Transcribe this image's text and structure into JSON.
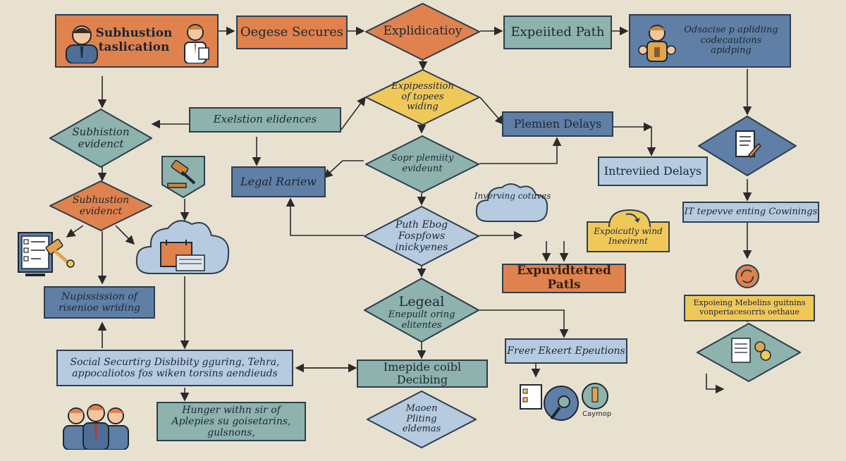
{
  "nodes": {
    "n1": "Subhustion taslication",
    "n2": "Oegese Secures",
    "n3": "Explidicatioy",
    "n4": "Expeiited Path",
    "n5": "Odsacise p aplidiing codecautions apidping",
    "n6": "Expipessition of topees widing",
    "n7": "Subhistion evidenct",
    "n8": "Exelstion elidences",
    "n9": "Plemien Delays",
    "n10": "Sopr plemiity evideunt",
    "n11": "Intreviied Delays",
    "n12": "Legal Rariew",
    "n13": "Subhustion evidenct",
    "n14": "Inverving cotuves",
    "n15": "IT tepevve enting Cowinings",
    "n16": "Puth Ebog Fospfows inickyenes",
    "n17": "Expoicutly wind Ineeirent",
    "n18": "Nupissission of risenioe wriding",
    "n19": "Expuvidtetred Patls",
    "n20": "Legeal",
    "n21": "Enepuilt oring elitentes",
    "n22": "Expoieing Mebelins guitnins vonperiacesorris oethaue",
    "n23": "Freer Ekeert Epeutions",
    "n24": "Social Securtirg Disbibity gguring, Tehra, appocaliotos fos wiken torsins aendieuds",
    "n25": "Imepide coibl Decibing",
    "n26": "Hunger withn sir of Aplepies su goisetarins, gulsnons,",
    "n27": "Maoen Pliting eldemas",
    "n28": "Caymop"
  },
  "colors": {
    "orange": "#e0824e",
    "teal": "#8db3ac",
    "blue": "#5f7fa6",
    "light": "#b7cbe0",
    "yellow": "#f0c85a",
    "navy": "#2c3e50"
  }
}
